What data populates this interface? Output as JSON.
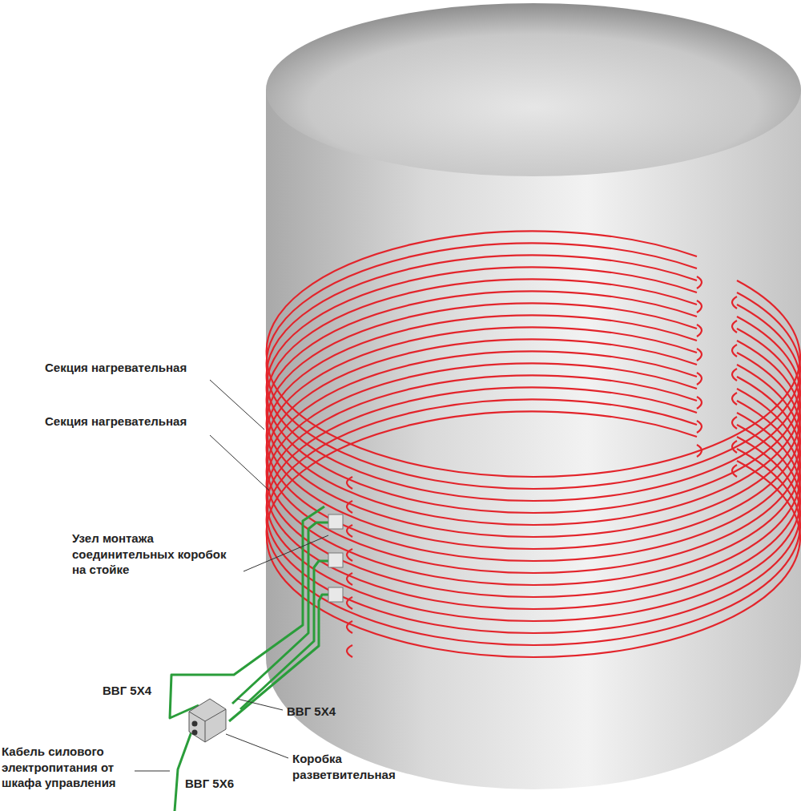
{
  "diagram": {
    "labels": [
      "Секция нагревательная",
      "Секция нагревательная",
      "Узел монтажа соединительных коробок на стойке",
      "ВВГ 5Х4",
      "ВВГ 5Х4",
      "Кабель силового электропитания от шкафа управления",
      "ВВГ 5Х6",
      "Коробка разветвительная"
    ]
  }
}
